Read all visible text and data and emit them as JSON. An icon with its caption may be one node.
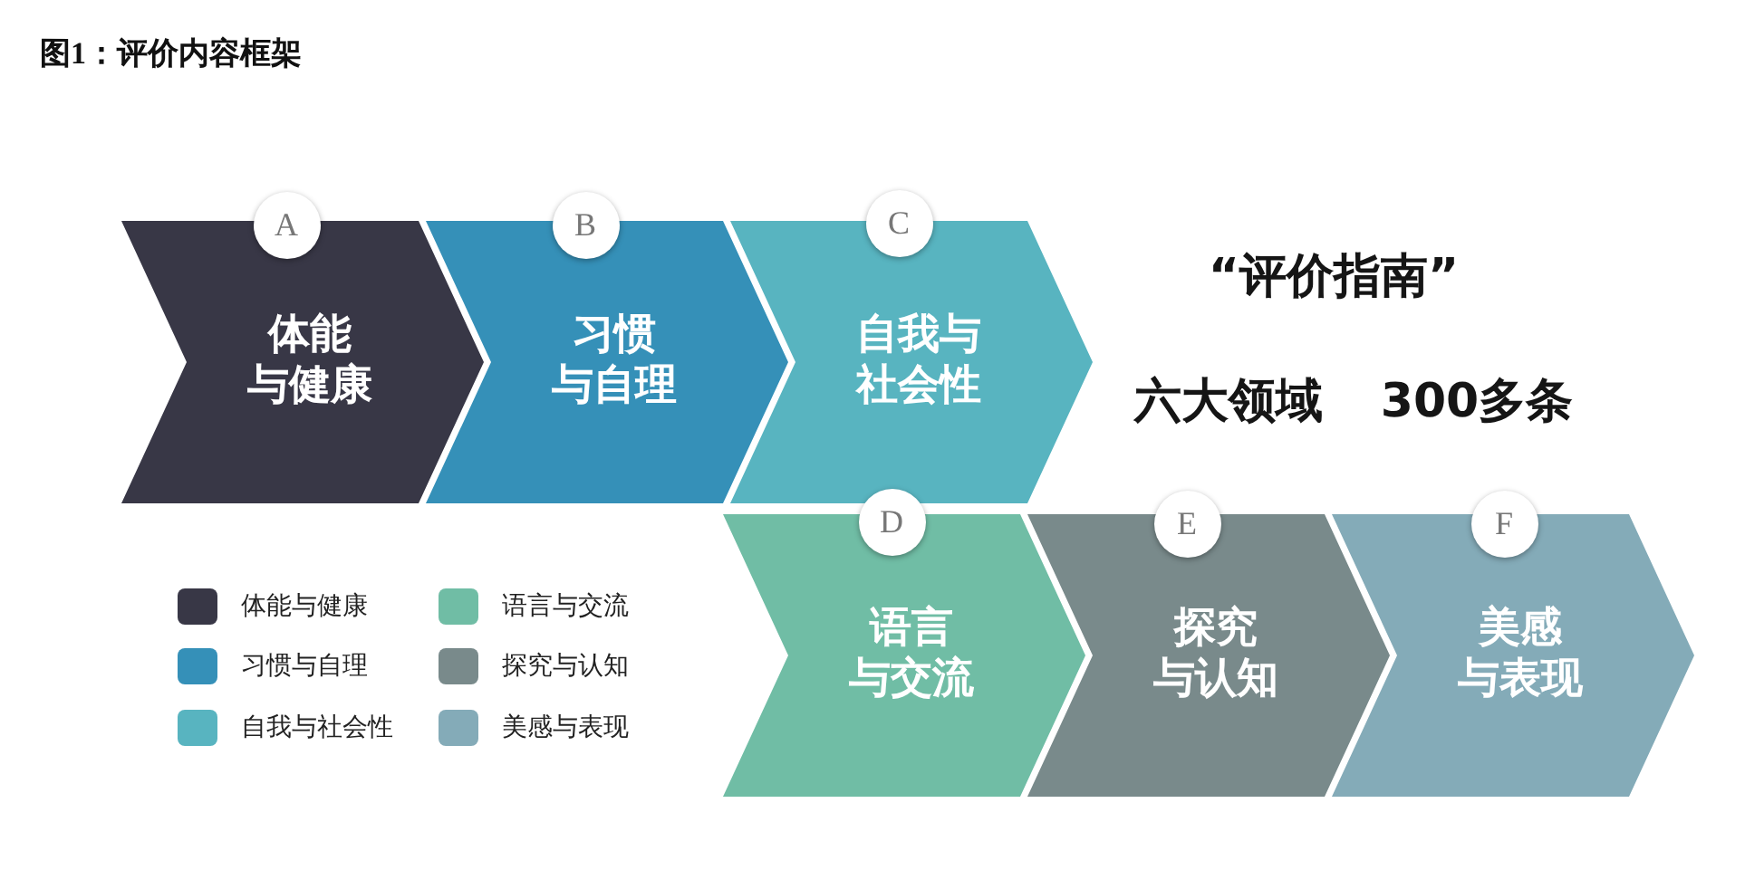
{
  "diagram": {
    "title": "图1：评价内容框架",
    "nodes": [
      {
        "text": [
          "A",
          "体能与健康"
        ]
      },
      {
        "text": [
          "B",
          "习惯与自理"
        ]
      },
      {
        "text": [
          "C",
          "自我与社会性"
        ]
      },
      {
        "text": [
          "D",
          "语言与交流"
        ]
      },
      {
        "text": [
          "E",
          "探究与认知"
        ]
      },
      {
        "text": [
          "F",
          "美感与表现"
        ]
      }
    ],
    "labels": [
      "“评价指南”",
      "六大领域",
      "300多条"
    ],
    "legend": [
      {
        "text": "体能与健康",
        "color": "#383746"
      },
      {
        "text": "习惯与自理",
        "color": "#3590b8"
      },
      {
        "text": "自我与社会性",
        "color": "#58b4c0"
      },
      {
        "text": "语言与交流",
        "color": "#70bda5"
      },
      {
        "text": "探究与认知",
        "color": "#798a8b"
      },
      {
        "text": "美感与表现",
        "color": "#84abb8"
      }
    ]
  }
}
